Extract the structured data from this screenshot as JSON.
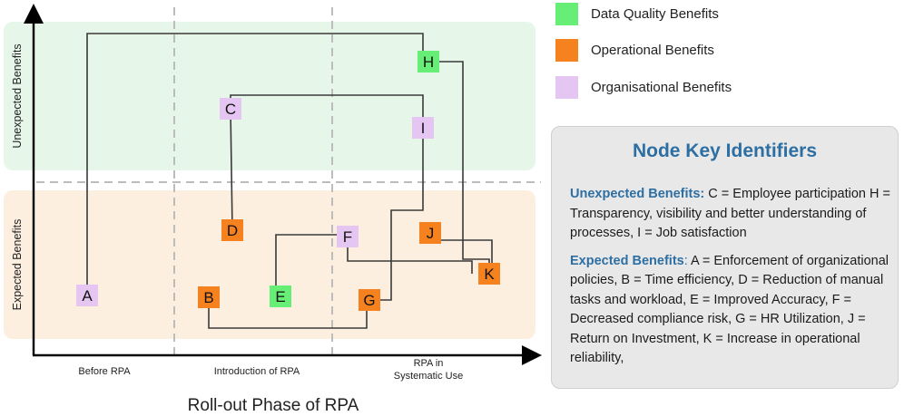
{
  "chart_data": {
    "type": "diagram",
    "axes": {
      "x_title": "Roll-out Phase of RPA",
      "y_top_label": "Unexpected Benefits",
      "y_bottom_label": "Expected Benefits",
      "x_phases": [
        {
          "id": "before",
          "lines": [
            "Before RPA"
          ]
        },
        {
          "id": "intro",
          "lines": [
            "Introduction of RPA"
          ]
        },
        {
          "id": "systematic",
          "lines": [
            "RPA in",
            "Systematic Use"
          ]
        }
      ]
    },
    "nodes": [
      {
        "id": "A",
        "label": "A",
        "category": "organisational",
        "phase": "before",
        "band": "expected"
      },
      {
        "id": "B",
        "label": "B",
        "category": "operational",
        "phase": "intro",
        "band": "expected"
      },
      {
        "id": "C",
        "label": "C",
        "category": "organisational",
        "phase": "intro",
        "band": "unexpected"
      },
      {
        "id": "D",
        "label": "D",
        "category": "operational",
        "phase": "intro",
        "band": "expected"
      },
      {
        "id": "E",
        "label": "E",
        "category": "data",
        "phase": "intro",
        "band": "expected"
      },
      {
        "id": "F",
        "label": "F",
        "category": "organisational",
        "phase": "systematic",
        "band": "expected"
      },
      {
        "id": "G",
        "label": "G",
        "category": "operational",
        "phase": "systematic",
        "band": "expected"
      },
      {
        "id": "H",
        "label": "H",
        "category": "data",
        "phase": "systematic",
        "band": "unexpected"
      },
      {
        "id": "I",
        "label": "I",
        "category": "organisational",
        "phase": "systematic",
        "band": "unexpected"
      },
      {
        "id": "J",
        "label": "J",
        "category": "operational",
        "phase": "systematic",
        "band": "expected"
      },
      {
        "id": "K",
        "label": "K",
        "category": "operational",
        "phase": "systematic",
        "band": "expected"
      }
    ],
    "edges": [
      {
        "from": "A",
        "to": "H"
      },
      {
        "from": "C",
        "to": "I"
      },
      {
        "from": "C",
        "to": "D"
      },
      {
        "from": "B",
        "to": "G"
      },
      {
        "from": "E",
        "to": "F"
      },
      {
        "from": "F",
        "to": "K"
      },
      {
        "from": "J",
        "to": "K"
      },
      {
        "from": "G",
        "to": "I"
      },
      {
        "from": "H",
        "to": "K"
      }
    ]
  },
  "legend": [
    {
      "key": "data",
      "label": "Data Quality Benefits",
      "color": "#66ee77"
    },
    {
      "key": "operational",
      "label": "Operational Benefits",
      "color": "#f5821f"
    },
    {
      "key": "organisational",
      "label": "Organisational Benefits",
      "color": "#e5c6f2"
    }
  ],
  "colors": {
    "unexpected_band": "#e6f6e8",
    "expected_band": "#fcefe0",
    "edge_line": "#3a3a3a",
    "divider": "#bcbcbc",
    "key_title": "#2e6fa3"
  },
  "key_box": {
    "title": "Node Key Identifiers",
    "unexpected_head": "Unexpected Benefits:",
    "unexpected_text": " C = Employee participation H = Transparency, visibility and better understanding of processes, I = Job satisfaction",
    "expected_head": "Expected Benefits",
    "expected_colon": ":",
    "expected_text": " A = Enforcement of organizational policies, B = Time efficiency, D = Reduction of manual tasks and workload, E = Improved Accuracy, F = Decreased compliance risk, G = HR Utilization, J = Return on Investment, K = Increase in operational reliability,"
  }
}
